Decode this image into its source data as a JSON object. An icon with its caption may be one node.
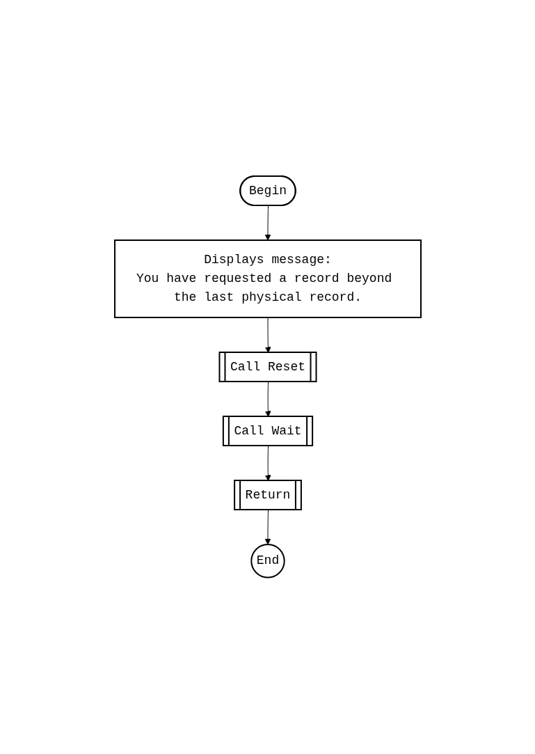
{
  "diagram": {
    "nodes": [
      {
        "text": [
          "Begin"
        ]
      },
      {
        "text": [
          "Displays message:",
          "You have requested a record beyond the last physical record."
        ]
      },
      {
        "text": [
          "Call Reset"
        ]
      },
      {
        "text": [
          "Call Wait"
        ]
      },
      {
        "text": [
          "Return"
        ]
      },
      {
        "text": [
          "End"
        ]
      }
    ],
    "edges": [
      {
        "from": 0,
        "to": 1,
        "arrow": "to"
      },
      {
        "from": 1,
        "to": 2,
        "arrow": "to"
      },
      {
        "from": 2,
        "to": 3,
        "arrow": "to"
      },
      {
        "from": 3,
        "to": 4,
        "arrow": "to"
      },
      {
        "from": 4,
        "to": 5,
        "arrow": "to"
      }
    ]
  }
}
